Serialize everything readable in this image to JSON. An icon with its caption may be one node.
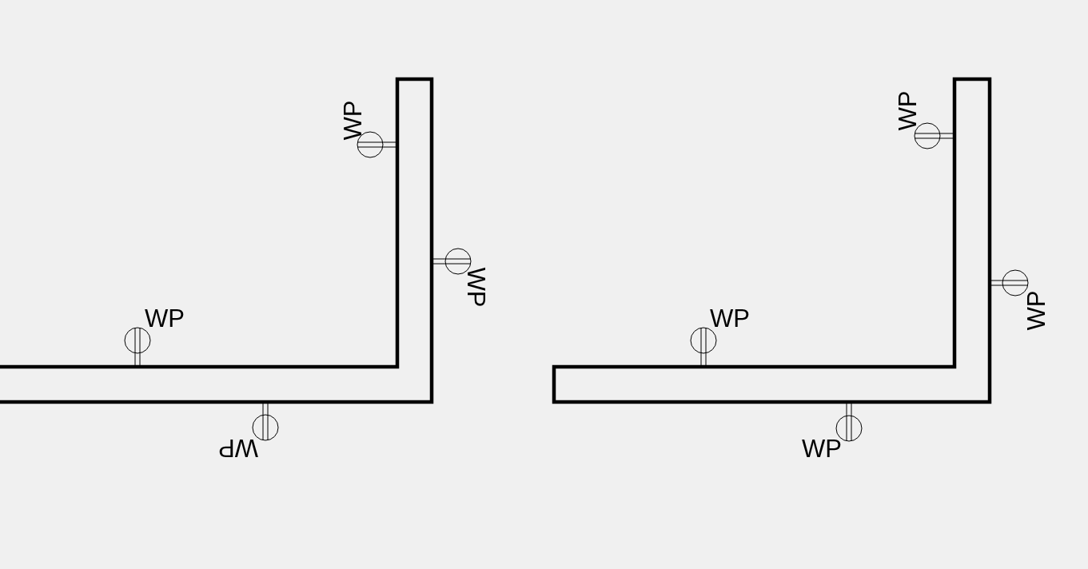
{
  "diagram": {
    "labels": [
      "WP",
      "WP",
      "WP",
      "WP",
      "WP",
      "WP",
      "WP",
      "WP"
    ]
  }
}
